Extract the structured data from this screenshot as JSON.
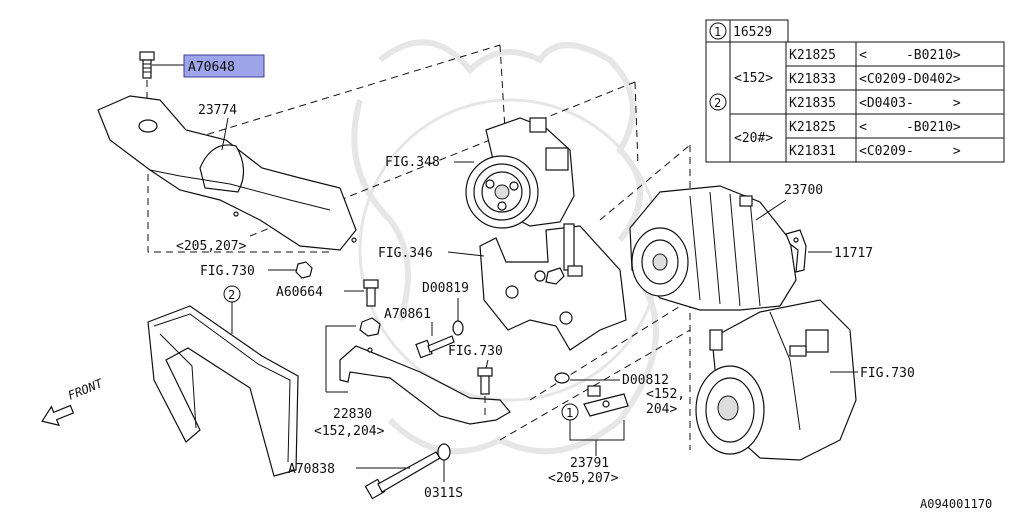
{
  "diagram": {
    "ref_number": "A094001170",
    "labels": {
      "bolt_top": "A70648",
      "cover": "23774",
      "cover_note": "<205,207>",
      "fig348": "FIG.348",
      "fig346": "FIG.346",
      "fig730_a": "FIG.730",
      "fig730_b": "FIG.730",
      "fig730_c": "FIG.730",
      "alternator": "23700",
      "bracket_small": "11717",
      "nut": "A60664",
      "washer_a": "D00819",
      "bolt_a": "A70861",
      "washer_b": "D00812",
      "washer_b_note_1": "<152,",
      "washer_b_note_2": "204>",
      "bracket_lower": "22830",
      "bracket_lower_note": "<152,204>",
      "bolt_long": "A70838",
      "washer_c": "0311S",
      "tensioner": "23791",
      "tensioner_note": "<205,207>",
      "front": "FRONT",
      "callout_1": "1",
      "callout_2": "2"
    },
    "table": {
      "row1": {
        "callout": "1",
        "part": "16529"
      },
      "group_152": {
        "callout": "2",
        "label": "<152>",
        "rows": [
          {
            "part": "K21825",
            "range": "<     -B0210>"
          },
          {
            "part": "K21833",
            "range": "<C0209-D0402>"
          },
          {
            "part": "K21835",
            "range": "<D0403-     >"
          }
        ]
      },
      "group_20": {
        "label": "<20#>",
        "rows": [
          {
            "part": "K21825",
            "range": "<     -B0210>"
          },
          {
            "part": "K21831",
            "range": "<C0209-     >"
          }
        ]
      }
    }
  }
}
